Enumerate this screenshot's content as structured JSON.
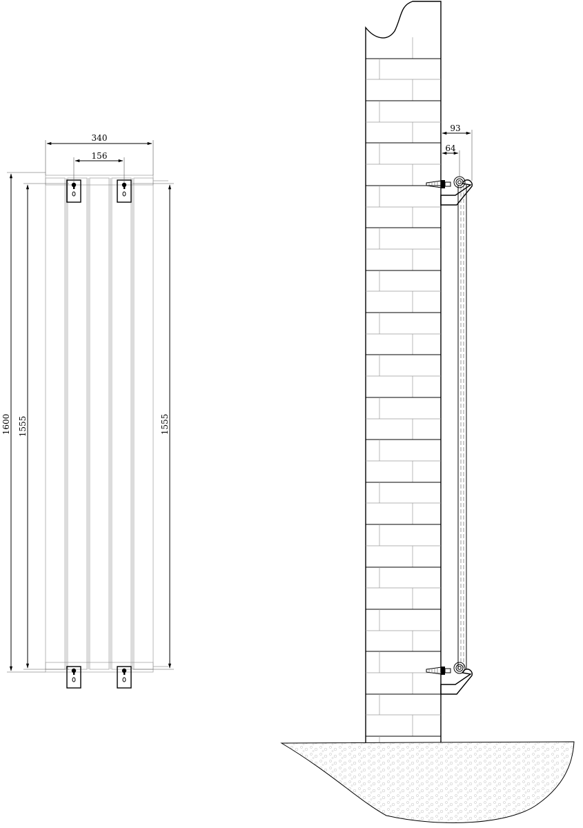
{
  "front_view": {
    "dims": {
      "overall_width": "340",
      "bracket_spacing": "156",
      "overall_height": "1600",
      "bracket_height_left": "1555",
      "bracket_height_right": "1555"
    }
  },
  "side_view": {
    "dims": {
      "wall_to_outer": "93",
      "wall_to_center": "64"
    }
  }
}
